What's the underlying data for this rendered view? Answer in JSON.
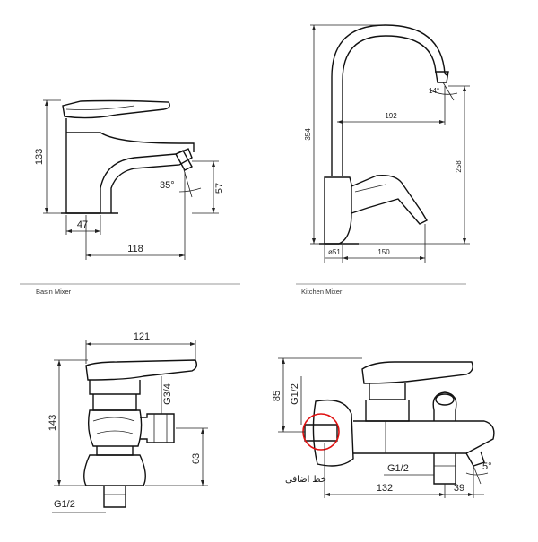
{
  "captions": {
    "basin": "Basin Mixer",
    "kitchen": "Kitchen Mixer"
  },
  "basin_mixer": {
    "height": "133",
    "spout_height": "57",
    "angle": "35°",
    "base_width": "47",
    "reach": "118"
  },
  "kitchen_mixer": {
    "height": "354",
    "spout_height": "258",
    "reach": "192",
    "base_reach": "150",
    "base_diameter": "ø51",
    "angle": "14°"
  },
  "wall_mixer_left": {
    "width": "121",
    "height": "143",
    "connection_height": "63",
    "thread_side": "G3/4",
    "thread_bottom": "G1/2"
  },
  "bath_mixer": {
    "height": "85",
    "thread_inlet": "G1/2",
    "thread_outlet": "G1/2",
    "length": "132",
    "spout_offset": "39",
    "angle": "5°",
    "extra_line_note": "خط اضافی"
  },
  "colors": {
    "lines": "#222222",
    "highlight": "#e01010"
  }
}
